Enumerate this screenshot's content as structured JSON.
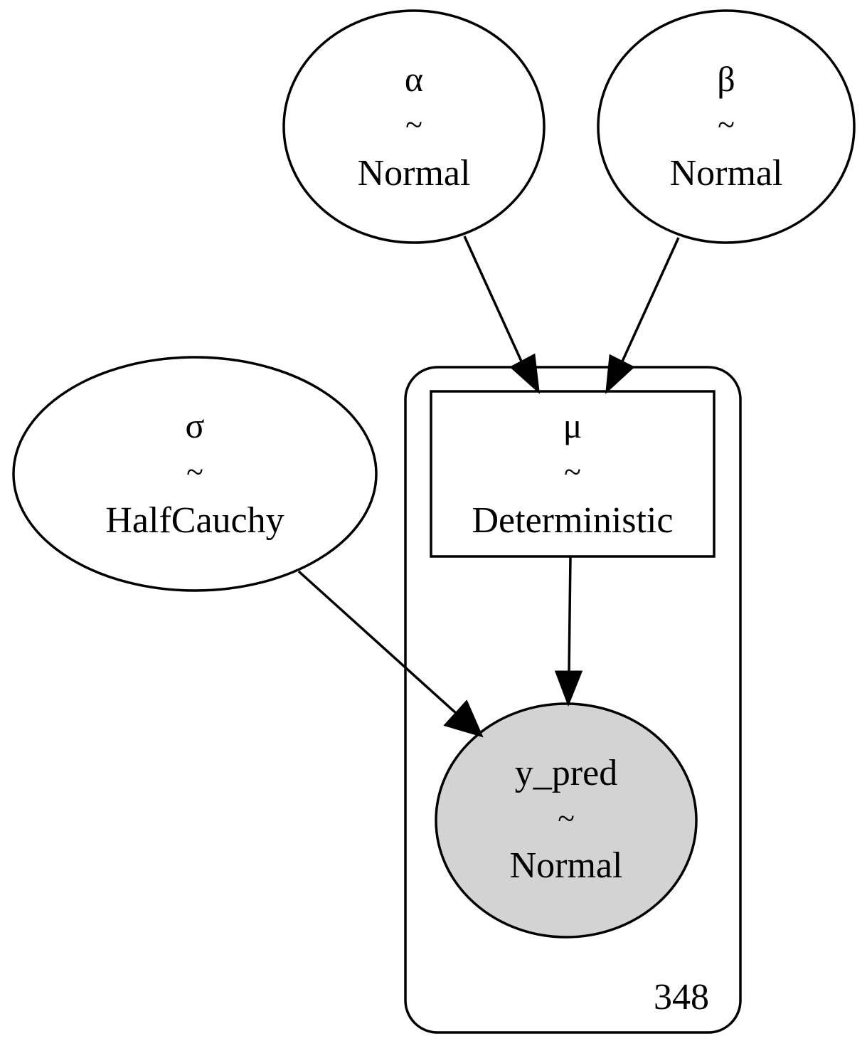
{
  "nodes": {
    "alpha": {
      "name": "α",
      "tilde": "~",
      "dist": "Normal"
    },
    "beta": {
      "name": "β",
      "tilde": "~",
      "dist": "Normal"
    },
    "sigma": {
      "name": "σ",
      "tilde": "~",
      "dist": "HalfCauchy"
    },
    "mu": {
      "name": "μ",
      "tilde": "~",
      "dist": "Deterministic"
    },
    "y_pred": {
      "name": "y_pred",
      "tilde": "~",
      "dist": "Normal",
      "observed": true,
      "fill": "#d3d3d3"
    }
  },
  "plate": {
    "label": "348"
  },
  "edges": [
    {
      "from": "α",
      "to": "μ"
    },
    {
      "from": "β",
      "to": "μ"
    },
    {
      "from": "μ",
      "to": "y_pred"
    },
    {
      "from": "σ",
      "to": "y_pred"
    }
  ]
}
